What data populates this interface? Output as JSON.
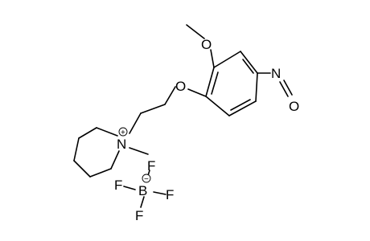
{
  "molecule": {
    "atoms": {
      "methoxy_o": "O",
      "ether_o": "O",
      "nitro_n": "N",
      "nitro_o": "O",
      "ammonium_n": "N",
      "boron": "B",
      "fluorine_top": "F",
      "fluorine_left": "F",
      "fluorine_right": "F",
      "fluorine_bottom": "F"
    },
    "charges": {
      "ammonium_plus": "+",
      "boron_minus": "−"
    }
  }
}
